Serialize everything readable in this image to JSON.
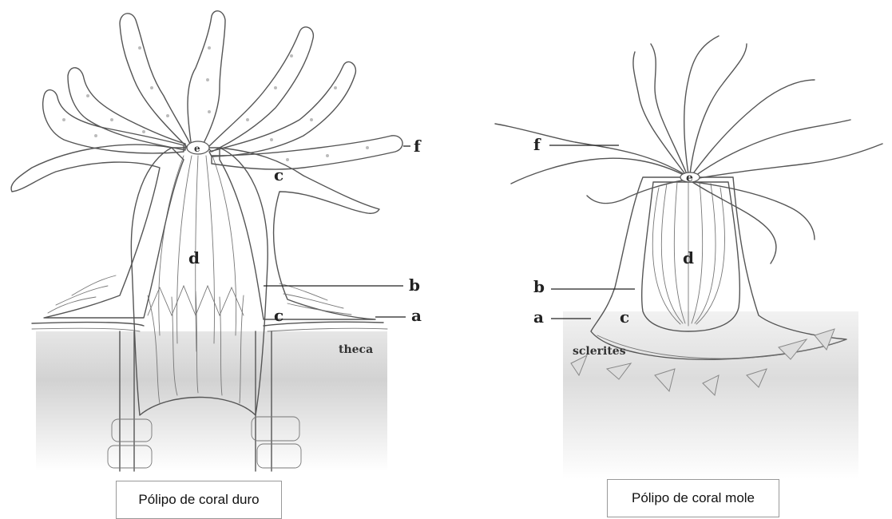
{
  "hard_coral": {
    "caption": "Pólipo de coral duro",
    "labels": {
      "a": "a",
      "b": "b",
      "c_top": "c",
      "c_bottom": "c",
      "d": "d",
      "e": "e",
      "f": "f",
      "theca": "theca"
    }
  },
  "soft_coral": {
    "caption": "Pólipo de coral mole",
    "labels": {
      "a": "a",
      "b": "b",
      "c": "c",
      "d": "d",
      "e": "e",
      "f": "f",
      "sclerites": "sclerites"
    }
  },
  "colors": {
    "ink": "#555555",
    "tissue": "#f4f4f4",
    "shadow": "#cfcfcf"
  }
}
